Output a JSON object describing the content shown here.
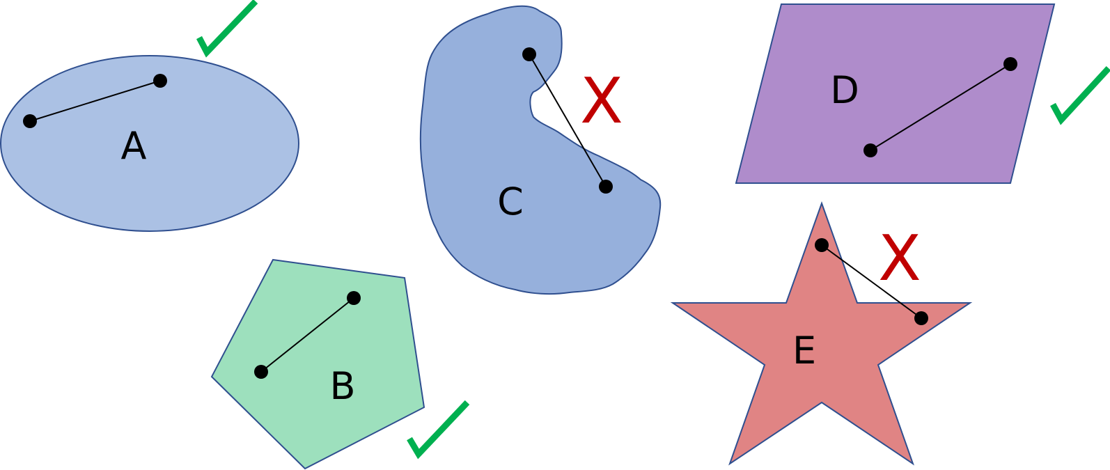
{
  "colors": {
    "outline": "#2f4f8f",
    "ellipse_fill": "#abc1e4",
    "pentagon_fill": "#9de0bd",
    "blob_fill": "#96b0dc",
    "parallelogram_fill": "#af8ccb",
    "star_fill": "#e08484",
    "segment": "#000000",
    "check": "#00b050",
    "cross": "#c00000"
  },
  "shapes": {
    "ellipse": {
      "label": "A",
      "convex": true
    },
    "pentagon": {
      "label": "B",
      "convex": true
    },
    "blob": {
      "label": "C",
      "convex": false,
      "mark": "X"
    },
    "parallelogram": {
      "label": "D",
      "convex": true
    },
    "star": {
      "label": "E",
      "convex": false,
      "mark": "X"
    }
  },
  "icons": {
    "check": "check-icon"
  }
}
